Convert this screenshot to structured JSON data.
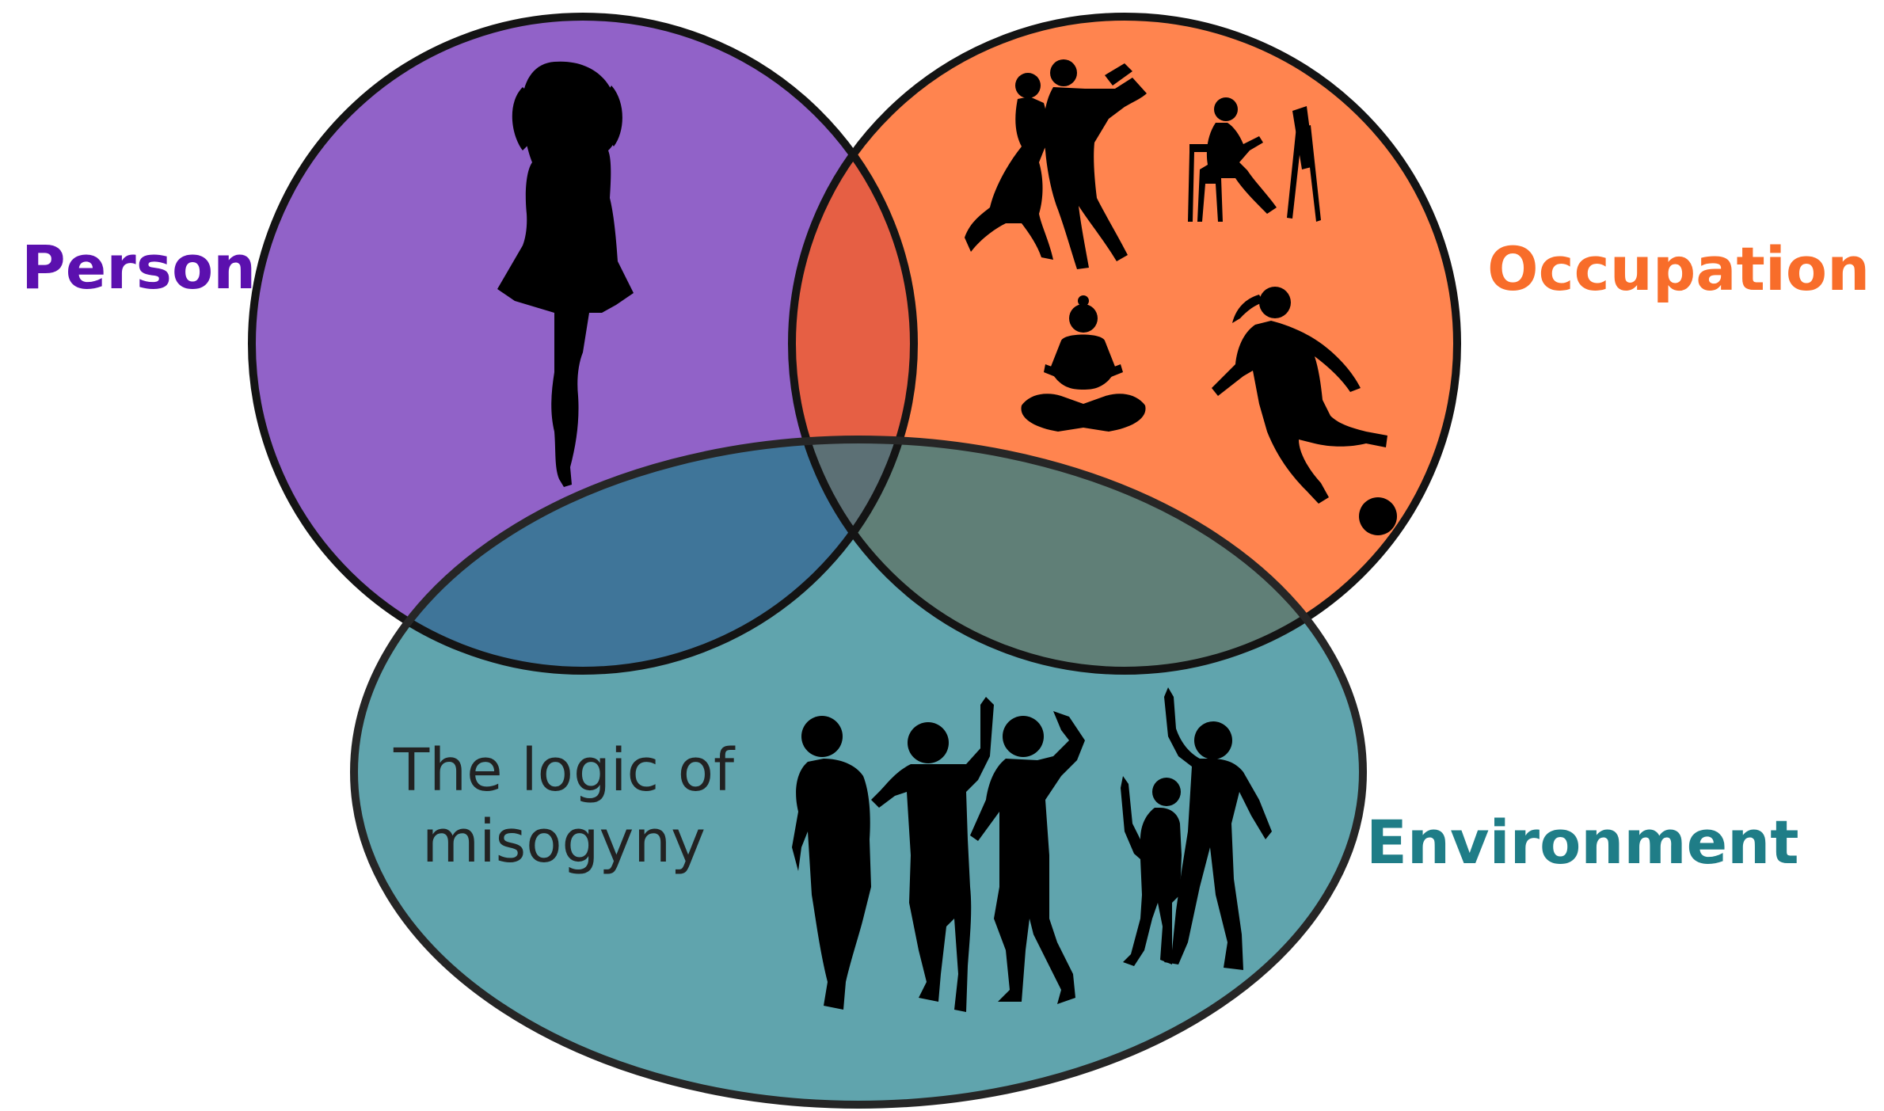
{
  "labels": {
    "person": "Person",
    "occupation": "Occupation",
    "environment": "Environment"
  },
  "center_text": {
    "line1": "The logic of",
    "line2": "misogyny"
  },
  "colors": {
    "person": "#9162c8",
    "occupation": "#ff844f",
    "environment": "#60a4ad",
    "person_occupation_overlap": "#e65f44",
    "person_environment_overlap": "#3f7599",
    "occupation_environment_overlap": "#607f77",
    "all_overlap": "#5c7075",
    "person_label": "#5b10ae",
    "occupation_label": "#f86d2a",
    "environment_label": "#1f7d87",
    "outline": "#141414"
  },
  "icons": {
    "person": [
      "woman-in-dress-icon"
    ],
    "occupation": [
      "dancing-couple-icon",
      "painter-at-easel-icon",
      "woman-reading-icon",
      "soccer-player-icon"
    ],
    "environment": [
      "group-of-boys-pointing-up-icon"
    ]
  }
}
